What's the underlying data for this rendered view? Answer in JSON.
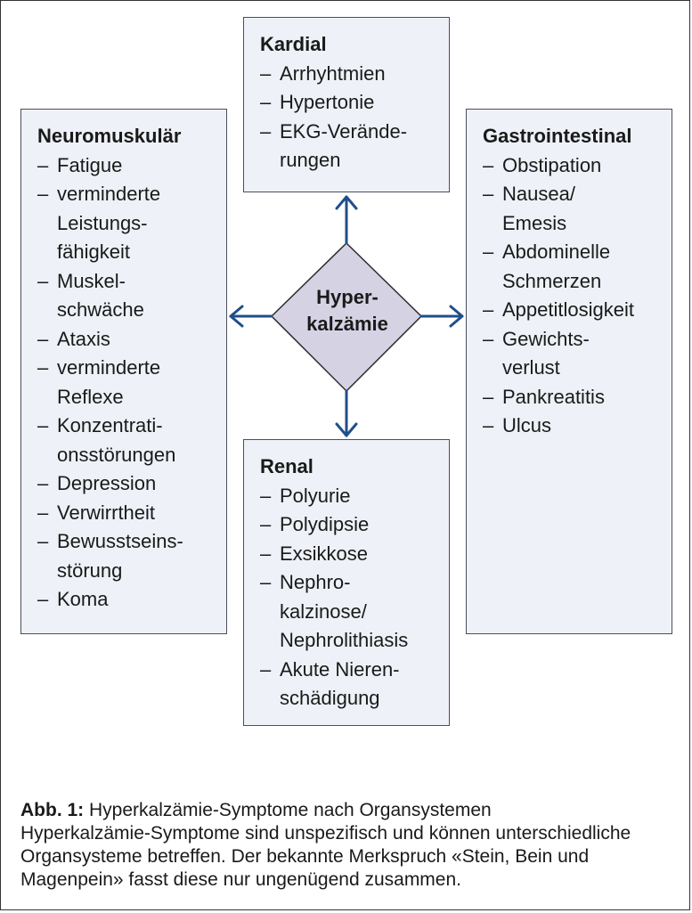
{
  "center": {
    "label": "Hyper-\nkalzämie"
  },
  "boxes": {
    "kardial": {
      "title": "Kardial",
      "items": [
        "Arrhyhtmien",
        "Hypertonie",
        "EKG-Verände-\nrungen"
      ]
    },
    "neuro": {
      "title": "Neuromuskulär",
      "items": [
        "Fatigue",
        "verminderte\nLeistungs-\nfähigkeit",
        "Muskel-\nschwäche",
        "Ataxis",
        "verminderte\nReflexe",
        "Konzentrati-\nonsstörungen",
        "Depression",
        "Verwirrtheit",
        "Bewusstseins-\nstörung",
        "Koma"
      ]
    },
    "gastro": {
      "title": "Gastrointestinal",
      "items": [
        "Obstipation",
        "Nausea/\nEmesis",
        "Abdominelle\nSchmerzen",
        "Appetitlosigkeit",
        "Gewichts-\nverlust",
        "Pankreatitis",
        "Ulcus"
      ]
    },
    "renal": {
      "title": "Renal",
      "items": [
        "Polyurie",
        "Polydipsie",
        "Exsikkose",
        "Nephro-\nkalzinose/\nNephrolithiasis",
        "Akute Nieren-\nschädigung"
      ]
    }
  },
  "caption": {
    "label": "Abb. 1:",
    "title": "Hyperkalzämie-Symptome nach Organsystemen",
    "text": "Hyperkalzämie-Symptome sind unspezifisch und können unterschiedliche Organsysteme betreffen. Der bekannte Merkspruch «Stein, Bein und Magenpein» fasst diese nur ungenügend zusammen."
  },
  "colors": {
    "box_fill": "#eef1f7",
    "box_border": "#4a4f5a",
    "diamond_fill": "#d5d2e3",
    "arrow": "#1f4e8c"
  }
}
